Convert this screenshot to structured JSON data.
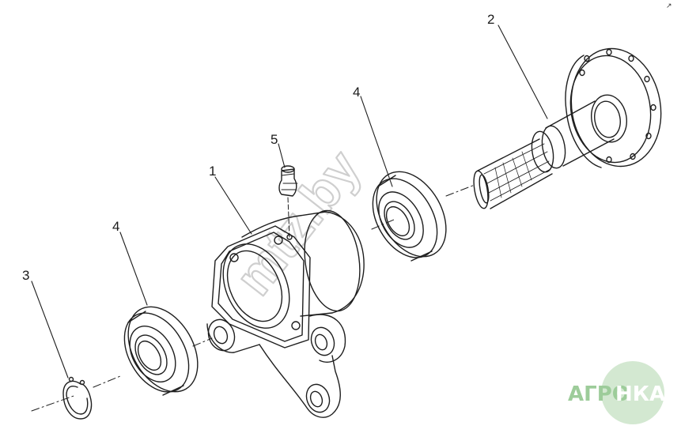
{
  "diagram": {
    "callouts": [
      {
        "id": "shaft",
        "label": "2"
      },
      {
        "id": "bearing-right",
        "label": "4"
      },
      {
        "id": "fitting",
        "label": "5"
      },
      {
        "id": "housing",
        "label": "1"
      },
      {
        "id": "bearing-left",
        "label": "4"
      },
      {
        "id": "retaining-ring",
        "label": "3"
      }
    ],
    "watermark": "mtz.by",
    "corner_mark": "↗",
    "logo": {
      "left_text": "АГРО",
      "right_text": "НКА",
      "color": "#9dcc9a"
    },
    "colors": {
      "line": "#1e1e1e",
      "watermark": "#d0d0d0",
      "background": "#ffffff"
    }
  }
}
